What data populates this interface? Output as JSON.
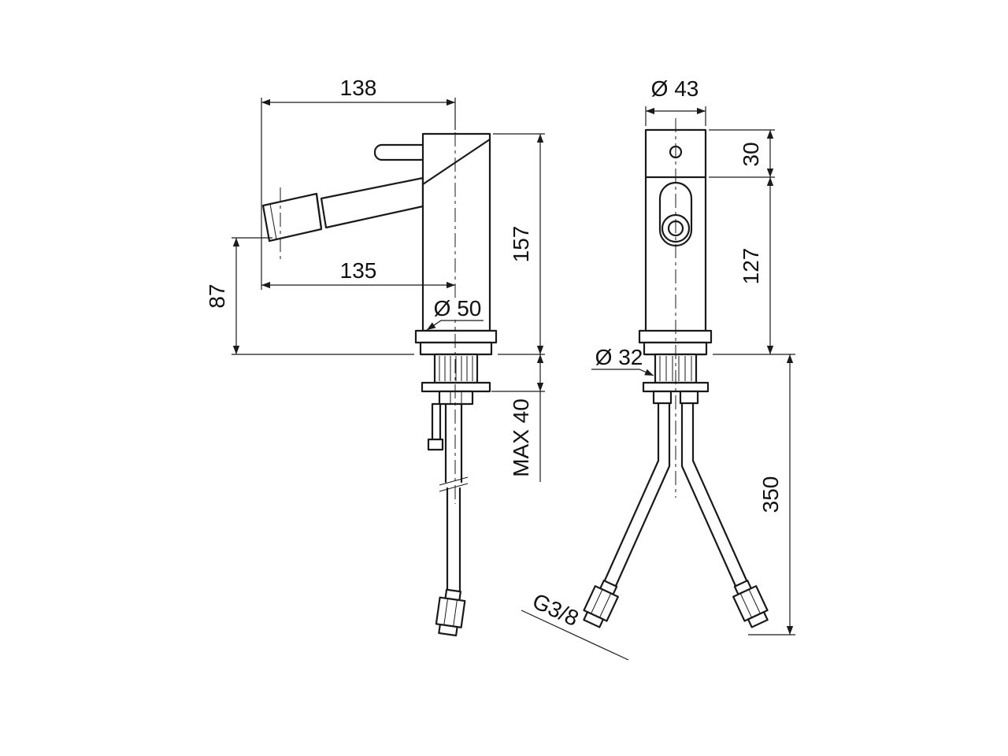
{
  "drawing": {
    "background": "#ffffff",
    "line_color": "#1a1a1a",
    "side_view": {
      "dims": {
        "spout_reach_overall": "138",
        "spout_reach_outlet": "135",
        "outlet_height": "87",
        "body_height": "157",
        "base_diameter": "Ø 50",
        "max_deck_thickness": "MAX 40"
      }
    },
    "front_view": {
      "dims": {
        "body_diameter": "Ø 43",
        "cap_height": "30",
        "upper_body_height": "127",
        "shank_diameter": "Ø 32",
        "hose_length": "350",
        "connection_thread": "G3/8"
      }
    }
  }
}
